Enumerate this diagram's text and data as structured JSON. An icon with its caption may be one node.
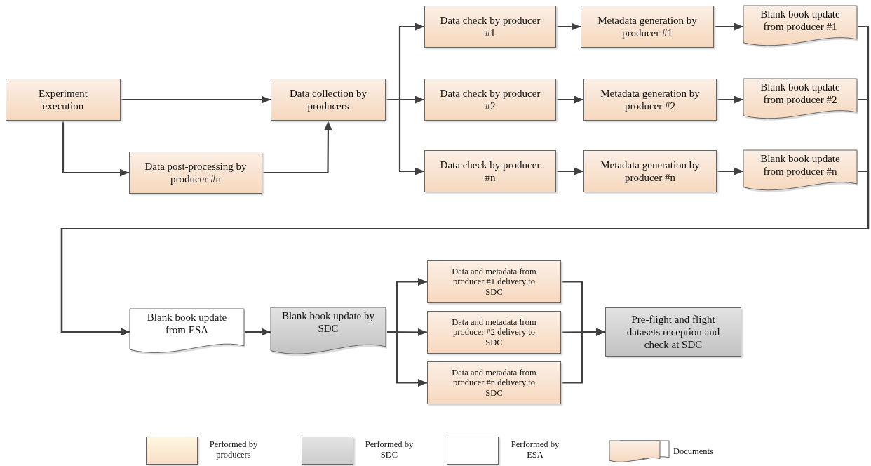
{
  "diagram": {
    "nodes": [
      {
        "text": [
          "Experiment execution"
        ]
      },
      {
        "text": [
          "Data post-processing by producer #n"
        ]
      },
      {
        "text": [
          "Data collection by producers"
        ]
      },
      {
        "text": [
          "Data check by producer #1"
        ]
      },
      {
        "text": [
          "Metadata generation by producer #1"
        ]
      },
      {
        "text": [
          "Blank book update from producer #1"
        ]
      },
      {
        "text": [
          "Data check by producer #2"
        ]
      },
      {
        "text": [
          "Metadata generation by producer #2"
        ]
      },
      {
        "text": [
          "Blank book update from producer #2"
        ]
      },
      {
        "text": [
          "Data check by producer #n"
        ]
      },
      {
        "text": [
          "Metadata generation by producer #n"
        ]
      },
      {
        "text": [
          "Blank book update from producer #n"
        ]
      },
      {
        "text": [
          "Blank book update from ESA"
        ]
      },
      {
        "text": [
          "Blank book update by SDC"
        ]
      },
      {
        "text": [
          "Data and metadata from producer #1 delivery to SDC"
        ]
      },
      {
        "text": [
          "Data and metadata from producer #2 delivery to SDC"
        ]
      },
      {
        "text": [
          "Data and metadata from producer #n delivery to SDC"
        ]
      },
      {
        "text": [
          "Pre-flight and flight datasets reception and check at SDC"
        ]
      }
    ],
    "edges": [
      {
        "from": 0,
        "to": 2,
        "arrow": "to"
      },
      {
        "from": 0,
        "to": 1,
        "arrow": "to"
      },
      {
        "from": 1,
        "to": 2,
        "arrow": "to"
      },
      {
        "from": 2,
        "to": 3,
        "arrow": "to"
      },
      {
        "from": 2,
        "to": 6,
        "arrow": "to"
      },
      {
        "from": 2,
        "to": 9,
        "arrow": "to"
      },
      {
        "from": 3,
        "to": 4,
        "arrow": "to"
      },
      {
        "from": 4,
        "to": 5,
        "arrow": "to"
      },
      {
        "from": 6,
        "to": 7,
        "arrow": "to"
      },
      {
        "from": 7,
        "to": 8,
        "arrow": "to"
      },
      {
        "from": 9,
        "to": 10,
        "arrow": "to"
      },
      {
        "from": 10,
        "to": 11,
        "arrow": "to"
      },
      {
        "from": 5,
        "to": 12,
        "arrow": "to"
      },
      {
        "from": 8,
        "to": 12,
        "arrow": "to"
      },
      {
        "from": 11,
        "to": 12,
        "arrow": "to"
      },
      {
        "from": 12,
        "to": 13,
        "arrow": "to"
      },
      {
        "from": 13,
        "to": 14,
        "arrow": "to"
      },
      {
        "from": 13,
        "to": 15,
        "arrow": "to"
      },
      {
        "from": 13,
        "to": 16,
        "arrow": "to"
      },
      {
        "from": 14,
        "to": 17,
        "arrow": "to"
      },
      {
        "from": 15,
        "to": 17,
        "arrow": "to"
      },
      {
        "from": 16,
        "to": 17,
        "arrow": "to"
      }
    ],
    "legend": [
      {
        "text": "Performed by producers",
        "color": "#f8dec8"
      },
      {
        "text": "Performed by SDC",
        "color": "#cccccc"
      },
      {
        "text": "Performed by ESA",
        "color": "#ffffff"
      },
      {
        "text": "Documents"
      }
    ]
  }
}
